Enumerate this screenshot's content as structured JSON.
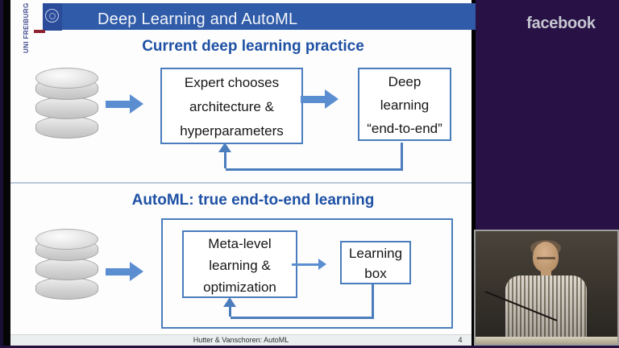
{
  "slide": {
    "logo": {
      "uni": "UNI",
      "freiburg": "FREIBURG"
    },
    "header": {
      "title": "Deep Learning and AutoML"
    },
    "section1": {
      "title": "Current deep learning practice",
      "expert_box_lines": [
        "Expert chooses",
        "architecture &",
        "hyperparameters"
      ],
      "deep_box_lines": [
        "Deep",
        "learning",
        "“end-to-end”"
      ]
    },
    "section2": {
      "title": "AutoML: true end-to-end learning",
      "meta_box_lines": [
        "Meta-level",
        "learning &",
        "optimization"
      ],
      "learning_box_lines": [
        "Learning",
        "box"
      ]
    },
    "footer": {
      "credit": "Hutter & Vanschoren: AutoML",
      "page": "4"
    }
  },
  "overlay": {
    "brand": "facebook"
  },
  "icons": [
    "uni-freiburg-seal-icon",
    "database-icon",
    "arrow-right-icon",
    "feedback-loop-arrow-icon"
  ],
  "colors": {
    "header_bar": "#2f5ba9",
    "section_title_blue": "#1e51a5",
    "box_border_blue": "#4a7dbd",
    "arrow_blue": "#5b8ed1",
    "right_panel_purple": "#271145",
    "footer_gray": "#eceff0",
    "logo_red": "#8e2230"
  }
}
